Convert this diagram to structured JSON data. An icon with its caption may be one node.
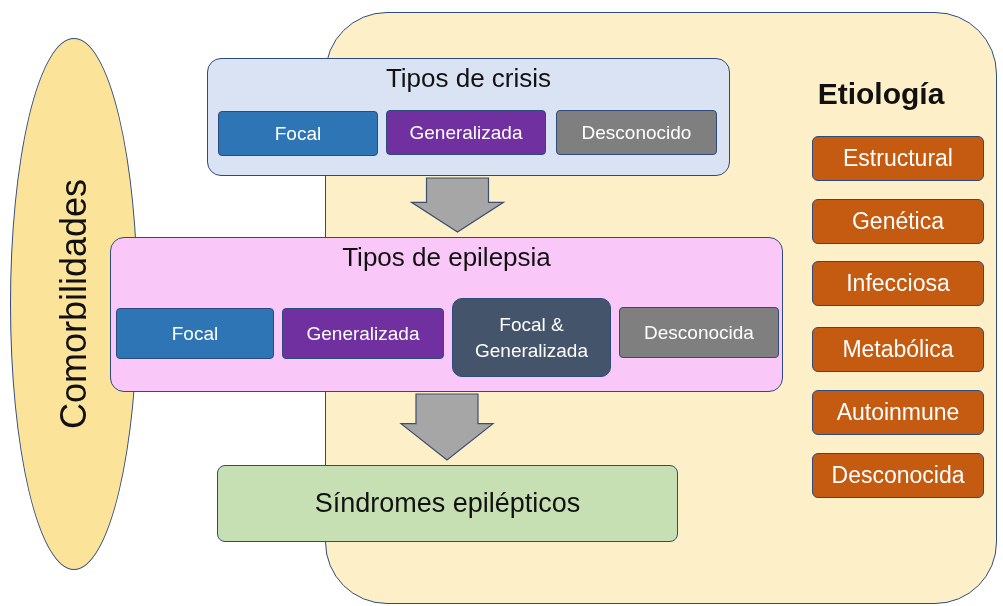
{
  "diagram": {
    "nodes": [
      {
        "text": [
          "Etiología"
        ]
      },
      {
        "text": [
          "Comorbilidades"
        ]
      },
      {
        "text": [
          "Tipos de crisis"
        ]
      },
      {
        "text": [
          "Focal"
        ],
        "in": 2
      },
      {
        "text": [
          "Generalizada"
        ]
      },
      {
        "text": [
          "Desconocido"
        ]
      },
      {
        "text": [
          "Tipos de epilepsia"
        ]
      },
      {
        "text": [
          "Focal"
        ],
        "in": 6
      },
      {
        "text": [
          "Generalizada"
        ],
        "in": 6
      },
      {
        "text": [
          "Focal & Generalizada"
        ]
      },
      {
        "text": [
          "Desconocida"
        ]
      },
      {
        "text": [
          "Síndromes epilépticos"
        ]
      },
      {
        "text": [
          "Estructural"
        ],
        "in": 0
      },
      {
        "text": [
          "Genética"
        ],
        "in": 0
      },
      {
        "text": [
          "Infecciosa"
        ],
        "in": 0
      },
      {
        "text": [
          "Metabólica"
        ],
        "in": 0
      },
      {
        "text": [
          "Autoinmune"
        ],
        "in": 0
      },
      {
        "text": [
          "Desconocida"
        ],
        "in": 0
      }
    ],
    "edges": [
      {
        "from": 2,
        "to": 6,
        "arrow": "to",
        "style": "thick"
      },
      {
        "from": 6,
        "to": 11,
        "arrow": "to",
        "style": "thick"
      }
    ]
  }
}
